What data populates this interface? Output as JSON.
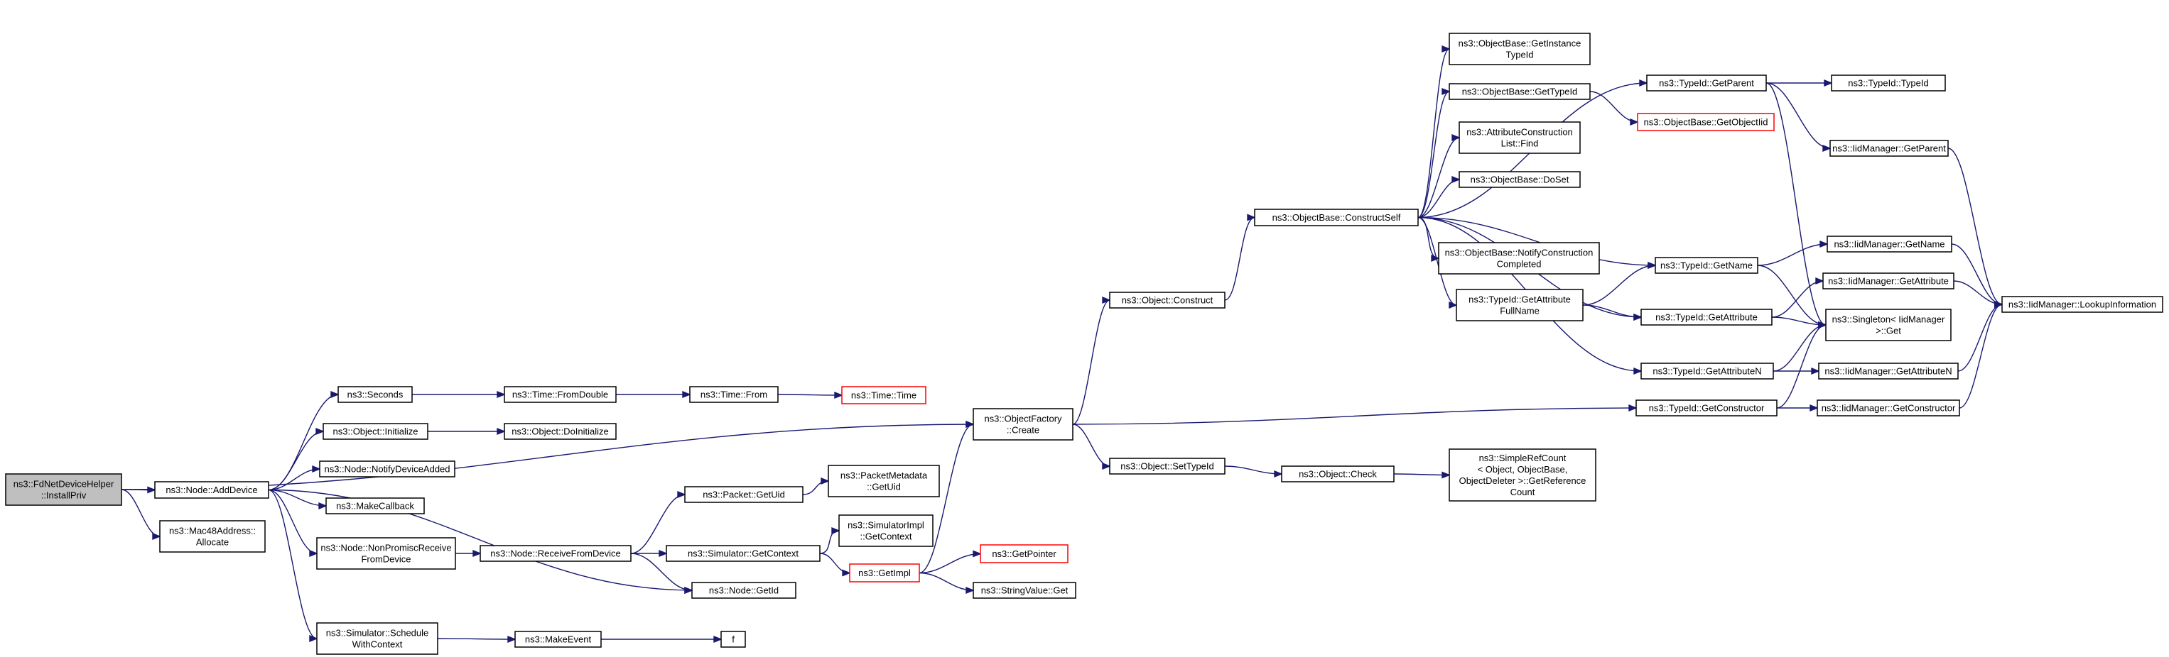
{
  "colors": {
    "edge": "#191970",
    "root_fill": "#bfbfbf",
    "node_border": "#000000",
    "red_border": "#ff0000"
  },
  "nodes": [
    {
      "id": "n0",
      "lines": [
        "ns3::FdNetDeviceHelper",
        "::InstallPriv"
      ],
      "style": "root"
    },
    {
      "id": "n1",
      "lines": [
        "ns3::Node::AddDevice"
      ]
    },
    {
      "id": "n2",
      "lines": [
        "ns3::Mac48Address::",
        "Allocate"
      ]
    },
    {
      "id": "n3",
      "lines": [
        "ns3::Seconds"
      ]
    },
    {
      "id": "n4",
      "lines": [
        "ns3::Time::FromDouble"
      ]
    },
    {
      "id": "n5",
      "lines": [
        "ns3::Time::From"
      ]
    },
    {
      "id": "n6",
      "lines": [
        "ns3::Time::Time"
      ],
      "style": "red"
    },
    {
      "id": "n7",
      "lines": [
        "ns3::Object::Initialize"
      ]
    },
    {
      "id": "n8",
      "lines": [
        "ns3::Object::DoInitialize"
      ]
    },
    {
      "id": "n9",
      "lines": [
        "ns3::Node::NotifyDeviceAdded"
      ]
    },
    {
      "id": "n10",
      "lines": [
        "ns3::MakeCallback"
      ]
    },
    {
      "id": "n11",
      "lines": [
        "ns3::Node::NonPromiscReceive",
        "FromDevice"
      ]
    },
    {
      "id": "n12",
      "lines": [
        "ns3::Node::ReceiveFromDevice"
      ]
    },
    {
      "id": "n13",
      "lines": [
        "ns3::Packet::GetUid"
      ]
    },
    {
      "id": "n14",
      "lines": [
        "ns3::PacketMetadata",
        "::GetUid"
      ]
    },
    {
      "id": "n15",
      "lines": [
        "ns3::Simulator::GetContext"
      ]
    },
    {
      "id": "n16",
      "lines": [
        "ns3::SimulatorImpl",
        "::GetContext"
      ]
    },
    {
      "id": "n17",
      "lines": [
        "ns3::GetImpl"
      ],
      "style": "red"
    },
    {
      "id": "n18",
      "lines": [
        "ns3::GetPointer"
      ],
      "style": "red"
    },
    {
      "id": "n19",
      "lines": [
        "ns3::StringValue::Get"
      ]
    },
    {
      "id": "n20",
      "lines": [
        "ns3::Node::GetId"
      ]
    },
    {
      "id": "n21",
      "lines": [
        "ns3::Simulator::Schedule",
        "WithContext"
      ]
    },
    {
      "id": "n22",
      "lines": [
        "ns3::MakeEvent"
      ]
    },
    {
      "id": "n23",
      "lines": [
        "f"
      ]
    },
    {
      "id": "n24",
      "lines": [
        "ns3::ObjectFactory",
        "::Create"
      ]
    },
    {
      "id": "n25",
      "lines": [
        "ns3::Object::Construct"
      ]
    },
    {
      "id": "n26",
      "lines": [
        "ns3::Object::SetTypeId"
      ]
    },
    {
      "id": "n27",
      "lines": [
        "ns3::Object::Check"
      ]
    },
    {
      "id": "n28",
      "lines": [
        "ns3::SimpleRefCount",
        "< Object, ObjectBase,",
        "ObjectDeleter >::GetReference",
        "Count"
      ]
    },
    {
      "id": "n29",
      "lines": [
        "ns3::ObjectBase::ConstructSelf"
      ]
    },
    {
      "id": "n30",
      "lines": [
        "ns3::ObjectBase::GetInstance",
        "TypeId"
      ]
    },
    {
      "id": "n31",
      "lines": [
        "ns3::ObjectBase::GetTypeId"
      ]
    },
    {
      "id": "n32",
      "lines": [
        "ns3::ObjectBase::GetObjectIid"
      ],
      "style": "red"
    },
    {
      "id": "n33",
      "lines": [
        "ns3::AttributeConstruction",
        "List::Find"
      ]
    },
    {
      "id": "n34",
      "lines": [
        "ns3::ObjectBase::DoSet"
      ]
    },
    {
      "id": "n35",
      "lines": [
        "ns3::ObjectBase::NotifyConstruction",
        "Completed"
      ]
    },
    {
      "id": "n36",
      "lines": [
        "ns3::TypeId::GetAttribute",
        "FullName"
      ]
    },
    {
      "id": "n37",
      "lines": [
        "ns3::TypeId::GetParent"
      ]
    },
    {
      "id": "n38",
      "lines": [
        "ns3::TypeId::TypeId"
      ]
    },
    {
      "id": "n39",
      "lines": [
        "ns3::IidManager::GetParent"
      ]
    },
    {
      "id": "n40",
      "lines": [
        "ns3::TypeId::GetName"
      ]
    },
    {
      "id": "n41",
      "lines": [
        "ns3::IidManager::GetName"
      ]
    },
    {
      "id": "n42",
      "lines": [
        "ns3::TypeId::GetAttribute"
      ]
    },
    {
      "id": "n43",
      "lines": [
        "ns3::IidManager::GetAttribute"
      ]
    },
    {
      "id": "n44",
      "lines": [
        "ns3::Singleton< IidManager",
        ">::Get"
      ]
    },
    {
      "id": "n45",
      "lines": [
        "ns3::TypeId::GetAttributeN"
      ]
    },
    {
      "id": "n46",
      "lines": [
        "ns3::IidManager::GetAttributeN"
      ]
    },
    {
      "id": "n47",
      "lines": [
        "ns3::TypeId::GetConstructor"
      ]
    },
    {
      "id": "n48",
      "lines": [
        "ns3::IidManager::GetConstructor"
      ]
    },
    {
      "id": "n49",
      "lines": [
        "ns3::IidManager::LookupInformation"
      ]
    }
  ],
  "edges": [
    [
      "n0",
      "n1"
    ],
    [
      "n0",
      "n2"
    ],
    [
      "n0",
      "n24"
    ],
    [
      "n1",
      "n3"
    ],
    [
      "n1",
      "n7"
    ],
    [
      "n1",
      "n9"
    ],
    [
      "n1",
      "n10"
    ],
    [
      "n1",
      "n11"
    ],
    [
      "n1",
      "n20"
    ],
    [
      "n1",
      "n21"
    ],
    [
      "n3",
      "n4"
    ],
    [
      "n4",
      "n5"
    ],
    [
      "n5",
      "n6"
    ],
    [
      "n7",
      "n8"
    ],
    [
      "n11",
      "n12"
    ],
    [
      "n12",
      "n13"
    ],
    [
      "n12",
      "n15"
    ],
    [
      "n12",
      "n20"
    ],
    [
      "n13",
      "n14"
    ],
    [
      "n15",
      "n16"
    ],
    [
      "n15",
      "n17"
    ],
    [
      "n17",
      "n18"
    ],
    [
      "n17",
      "n19"
    ],
    [
      "n17",
      "n24"
    ],
    [
      "n21",
      "n22"
    ],
    [
      "n22",
      "n23"
    ],
    [
      "n24",
      "n25"
    ],
    [
      "n24",
      "n26"
    ],
    [
      "n24",
      "n47"
    ],
    [
      "n25",
      "n29"
    ],
    [
      "n26",
      "n27"
    ],
    [
      "n27",
      "n28"
    ],
    [
      "n29",
      "n30"
    ],
    [
      "n29",
      "n31"
    ],
    [
      "n29",
      "n33"
    ],
    [
      "n29",
      "n34"
    ],
    [
      "n29",
      "n35"
    ],
    [
      "n29",
      "n36"
    ],
    [
      "n29",
      "n37"
    ],
    [
      "n29",
      "n40"
    ],
    [
      "n29",
      "n42"
    ],
    [
      "n29",
      "n45"
    ],
    [
      "n31",
      "n32"
    ],
    [
      "n36",
      "n40"
    ],
    [
      "n36",
      "n42"
    ],
    [
      "n37",
      "n38"
    ],
    [
      "n37",
      "n39"
    ],
    [
      "n37",
      "n44"
    ],
    [
      "n39",
      "n49"
    ],
    [
      "n40",
      "n41"
    ],
    [
      "n40",
      "n44"
    ],
    [
      "n41",
      "n49"
    ],
    [
      "n42",
      "n43"
    ],
    [
      "n42",
      "n44"
    ],
    [
      "n43",
      "n49"
    ],
    [
      "n45",
      "n44"
    ],
    [
      "n45",
      "n46"
    ],
    [
      "n46",
      "n49"
    ],
    [
      "n47",
      "n44"
    ],
    [
      "n47",
      "n48"
    ],
    [
      "n48",
      "n49"
    ]
  ]
}
